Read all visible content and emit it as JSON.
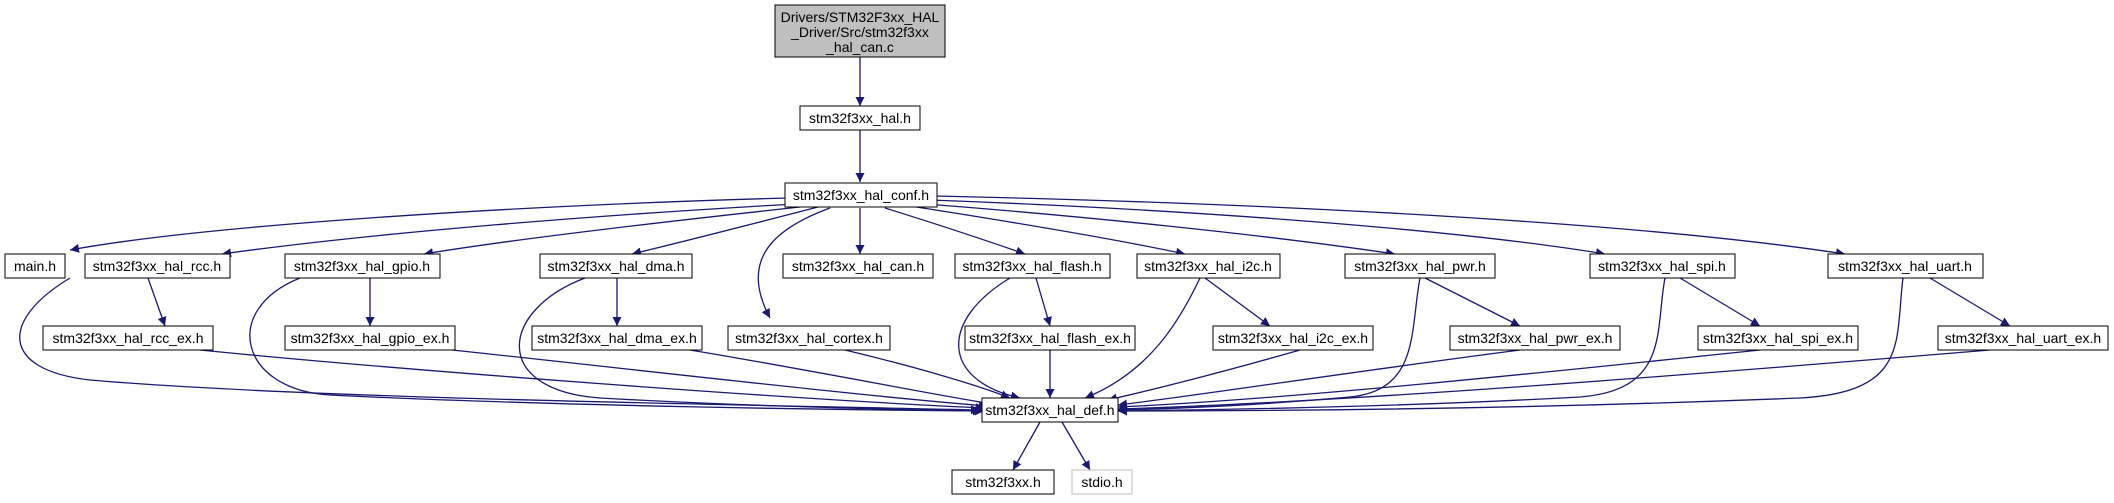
{
  "colors": {
    "edge": "#191970",
    "node_border": "#000000",
    "root_fill": "#bfbfbf",
    "system_border": "#bfbfbf",
    "background": "#ffffff"
  },
  "nodes": {
    "root": [
      "Drivers/STM32F3xx_HAL",
      "_Driver/Src/stm32f3xx",
      "_hal_can.c"
    ],
    "hal": "stm32f3xx_hal.h",
    "conf": "stm32f3xx_hal_conf.h",
    "main": "main.h",
    "rcc": "stm32f3xx_hal_rcc.h",
    "gpio": "stm32f3xx_hal_gpio.h",
    "dma": "stm32f3xx_hal_dma.h",
    "cortex": "stm32f3xx_hal_cortex.h",
    "can": "stm32f3xx_hal_can.h",
    "flash": "stm32f3xx_hal_flash.h",
    "i2c": "stm32f3xx_hal_i2c.h",
    "pwr": "stm32f3xx_hal_pwr.h",
    "spi": "stm32f3xx_hal_spi.h",
    "uart": "stm32f3xx_hal_uart.h",
    "rcc_ex": "stm32f3xx_hal_rcc_ex.h",
    "gpio_ex": "stm32f3xx_hal_gpio_ex.h",
    "dma_ex": "stm32f3xx_hal_dma_ex.h",
    "flash_ex": "stm32f3xx_hal_flash_ex.h",
    "i2c_ex": "stm32f3xx_hal_i2c_ex.h",
    "pwr_ex": "stm32f3xx_hal_pwr_ex.h",
    "spi_ex": "stm32f3xx_hal_spi_ex.h",
    "uart_ex": "stm32f3xx_hal_uart_ex.h",
    "def": "stm32f3xx_hal_def.h",
    "f3xx": "stm32f3xx.h",
    "stdio": "stdio.h"
  }
}
